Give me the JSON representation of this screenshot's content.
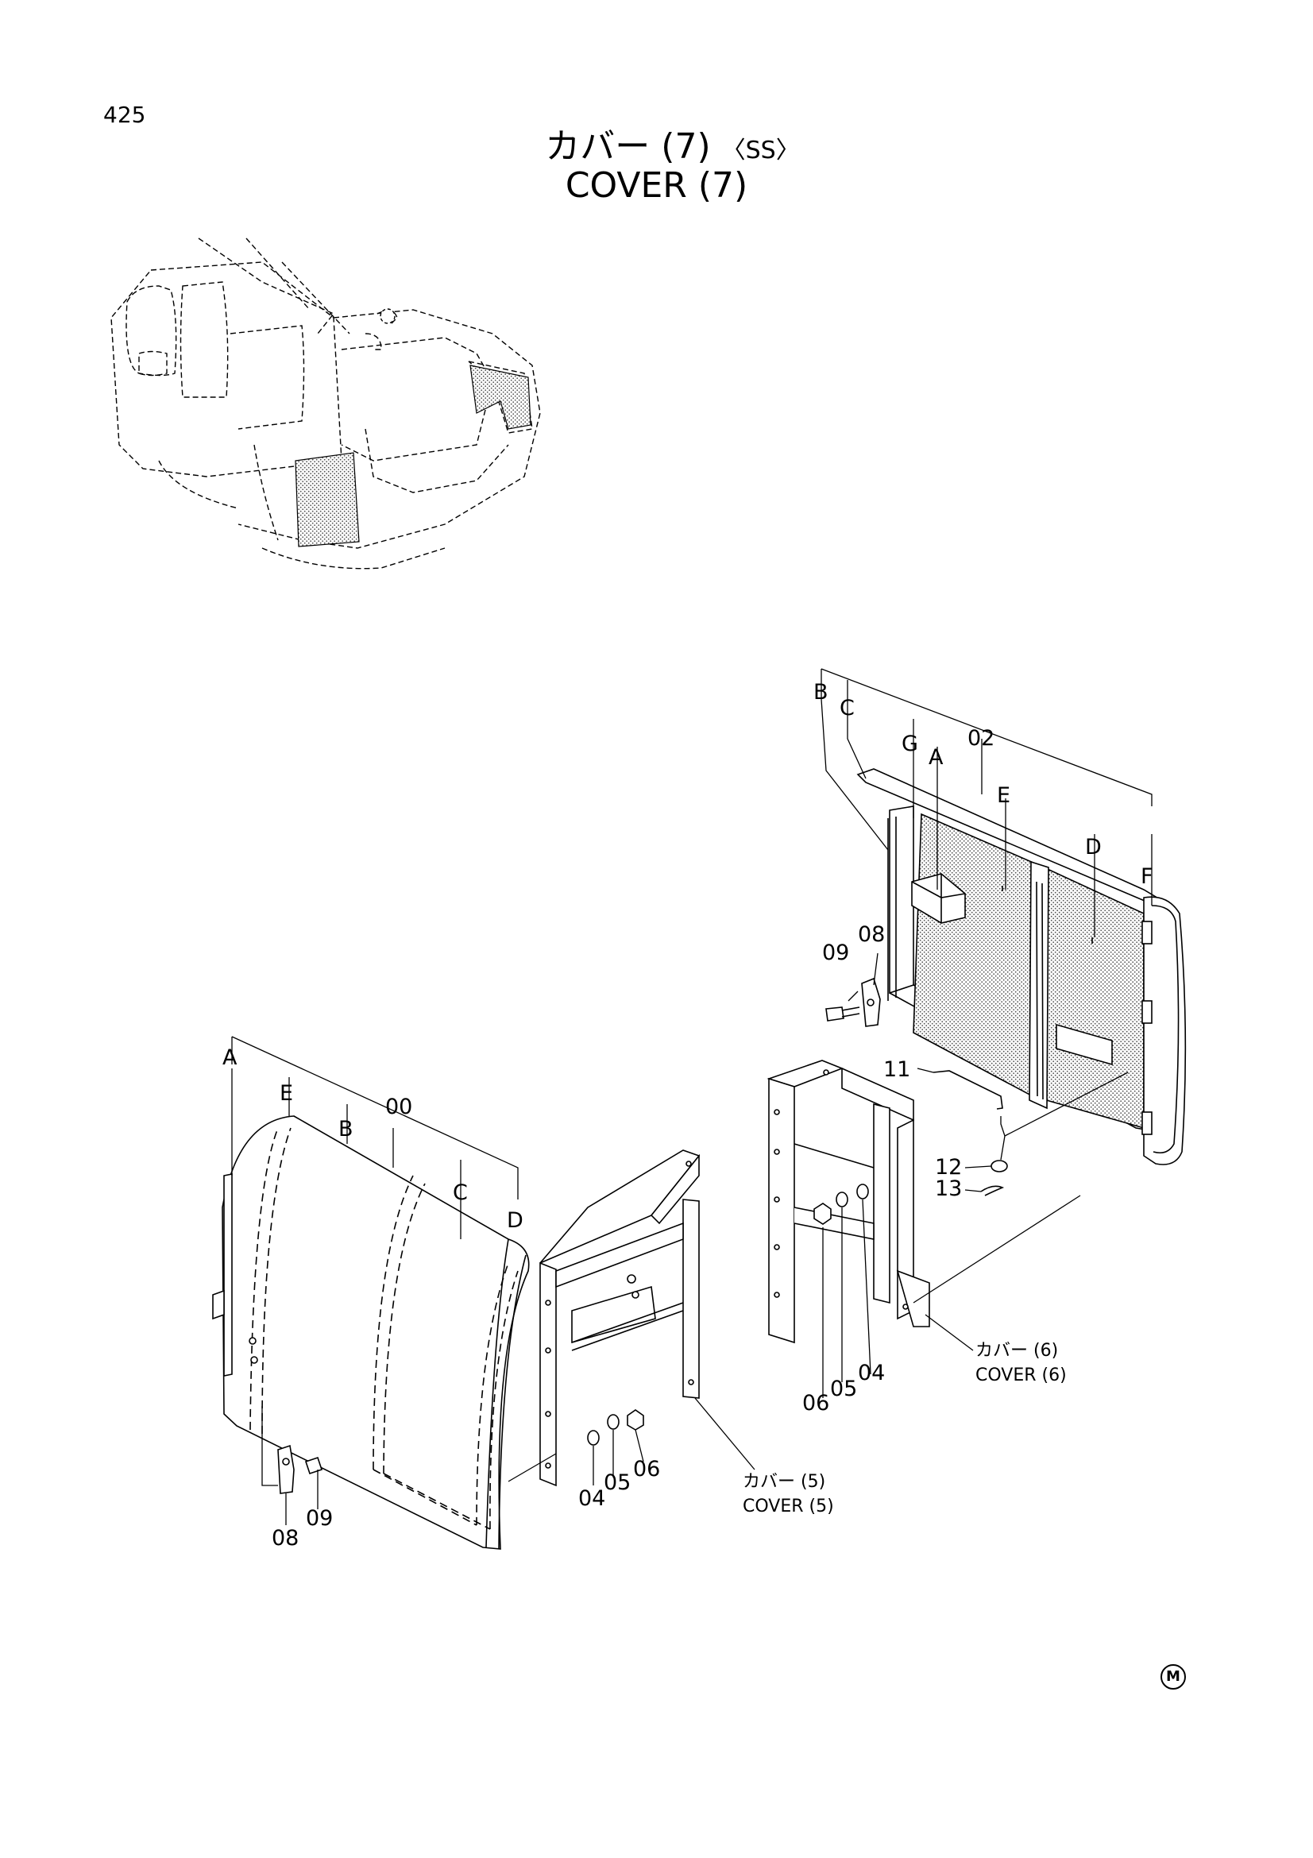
{
  "page_number": "425",
  "title": {
    "jp": "カバー (7)",
    "jp_suffix": "〈SS〉",
    "en": "COVER (7)"
  },
  "callouts": {
    "cover7_right": {
      "group": [
        "B",
        "C",
        "G",
        "A",
        "02",
        "E",
        "D",
        "F"
      ],
      "parts": [
        "08",
        "09",
        "11",
        "12",
        "13"
      ]
    },
    "cover7_left": {
      "group": [
        "A",
        "E",
        "B",
        "00",
        "C",
        "D"
      ],
      "parts": [
        "08",
        "09"
      ]
    },
    "hardware": {
      "left": [
        "04",
        "05",
        "06"
      ],
      "right": [
        "06",
        "05",
        "04"
      ]
    }
  },
  "references": {
    "cover5": {
      "jp": "カバー (5)",
      "en": "COVER (5)"
    },
    "cover6": {
      "jp": "カバー (6)",
      "en": "COVER (6)"
    }
  },
  "mark_symbol": "M"
}
